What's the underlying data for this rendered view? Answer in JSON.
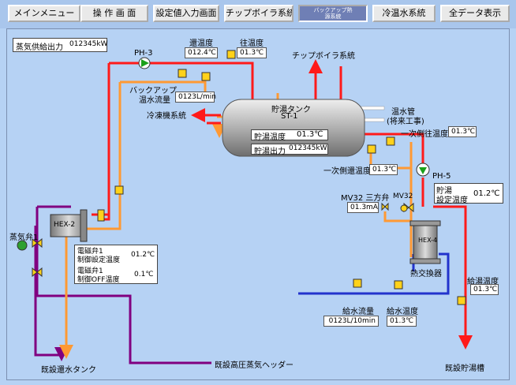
{
  "nav": {
    "buttons": [
      "メインメニュー",
      "操 作 画 面",
      "設定値入力画面",
      "チップボイラ系統",
      "バックアップ熱源系統",
      "冷温水系統",
      "全データ表示"
    ],
    "active_line1": "バックアップ熱",
    "active_line2": "源系統"
  },
  "steam_output": {
    "label": "蒸気供給出力",
    "value": "012345kW"
  },
  "pumps": {
    "ph3": "PH-3",
    "ph5": "PH-5"
  },
  "return_temp": {
    "label": "還温度",
    "value": "012.4℃"
  },
  "supply_temp": {
    "label": "往温度",
    "value": "01.3℃"
  },
  "chip_boiler_line": "チップボイラ系統",
  "backup_flow": {
    "label1": "バックアップ",
    "label2": "温水流量",
    "value": "0123L/min"
  },
  "tank": {
    "title1": "貯湯タンク",
    "title2": "ST-1",
    "temp_label": "貯湯温度",
    "temp_value": "01.3℃",
    "output_label": "貯湯出力",
    "output_value": "012345kW"
  },
  "warm_pipe": {
    "label1": "温水管",
    "label2": "(将来工事)"
  },
  "chiller_line": "冷凍機系統",
  "primary_supply_temp": {
    "label": "一次側往温度",
    "value": "01.3℃"
  },
  "primary_return_temp": {
    "label": "一次側還温度",
    "value": "01.3℃"
  },
  "storage_setpoint": {
    "label1": "貯湯",
    "label2": "設定温度",
    "value": "01.2℃"
  },
  "valve_mv32": {
    "label": "MV32 三方弁",
    "value": "01.3mA",
    "short": "MV32"
  },
  "hex2": "HEX-2",
  "hex4": "HEX-4",
  "heat_exchanger": "熱交換器",
  "steam_valve": "蒸気弁1",
  "solenoid": {
    "setpoint_label1": "電磁弁1",
    "setpoint_label2": "制御設定温度",
    "setpoint_value": "01.2℃",
    "off_label1": "電磁弁1",
    "off_label2": "制御OFF温度",
    "off_value": "0.1℃"
  },
  "hot_supply_temp": {
    "label": "給湯温度",
    "value": "01.3℃"
  },
  "water_flow": {
    "label": "給水流量",
    "value": "0123L/10min"
  },
  "water_temp": {
    "label": "給水温度",
    "value": "01.3℃"
  },
  "existing_return_tank": "既設還水タンク",
  "existing_steam_header": "既設高圧蒸気ヘッダー",
  "existing_storage_tank": "既設貯湯槽",
  "colors": {
    "hot": "#ff1a1a",
    "warm": "#ff9933",
    "steam": "#800080",
    "cold": "#2233cc",
    "background": "#b6d2f4"
  }
}
